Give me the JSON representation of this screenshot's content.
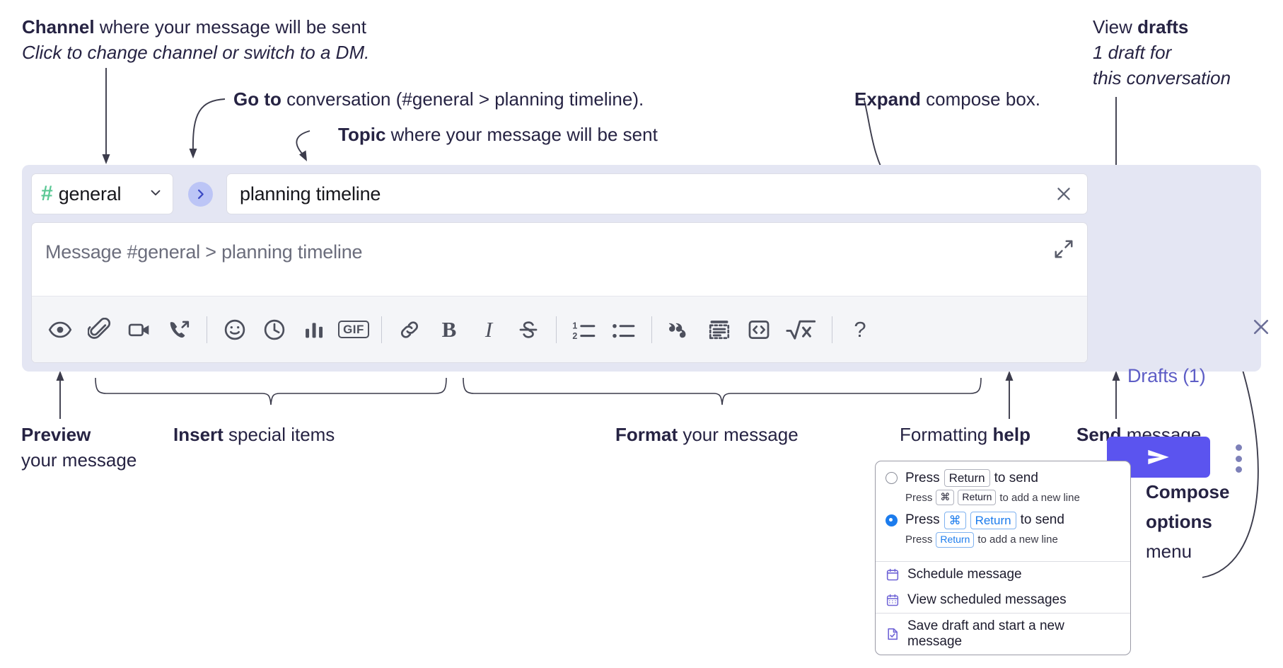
{
  "annotations": {
    "channel": {
      "bold": "Channel",
      "rest": " where your message will be sent",
      "sub": "Click to change channel or switch to a DM."
    },
    "goto": {
      "bold": "Go to",
      "rest": " conversation (#general > planning timeline)."
    },
    "topic": {
      "bold": "Topic",
      "rest": " where your message will be sent"
    },
    "expand": {
      "bold": "Expand",
      "rest": " compose box."
    },
    "drafts": {
      "pre": "View ",
      "bold": "drafts",
      "sub1": "1 draft for",
      "sub2": "this conversation"
    },
    "preview": {
      "bold": "Preview",
      "sub": "your message"
    },
    "insert": {
      "bold": "Insert",
      "rest": " special items"
    },
    "format": {
      "bold": "Format",
      "rest": " your message"
    },
    "formatting_help": {
      "pre": "Formatting ",
      "bold": "help"
    },
    "send": {
      "bold": "Send",
      "rest": " message"
    },
    "compose_options": {
      "bold1": "Compose",
      "bold2": "options",
      "rest": "menu"
    }
  },
  "compose": {
    "channel": {
      "hash": "#",
      "name": "general",
      "caret_icon": "chevron-down-icon"
    },
    "goto_button": {
      "icon": "chevron-right-icon"
    },
    "topic": {
      "value": "planning timeline",
      "clear_icon": "close-icon"
    },
    "message": {
      "placeholder": "Message #general > planning timeline"
    },
    "expand_button": {
      "icon": "expand-icon"
    },
    "drafts_label": "Drafts (1)",
    "close_icon": "close-icon",
    "send_icon": "send-paper-plane-icon",
    "options_icon": "kebab-menu-icon",
    "accent_color": "#5b54ef",
    "panel_color": "#e4e6f3",
    "hash_color": "#5bc895",
    "drafts_color": "#5e5ec6",
    "toolbar": [
      {
        "name": "preview-icon",
        "label": "Preview"
      },
      {
        "name": "attachment-icon",
        "label": "Attach file"
      },
      {
        "name": "video-clip-icon",
        "label": "Record video clip"
      },
      {
        "name": "audio-clip-icon",
        "label": "Record audio clip"
      },
      {
        "name": "separator",
        "label": ""
      },
      {
        "name": "emoji-icon",
        "label": "Emoji"
      },
      {
        "name": "clock-icon",
        "label": "Recent"
      },
      {
        "name": "poll-icon",
        "label": "Poll"
      },
      {
        "name": "gif-icon",
        "label": "GIF"
      },
      {
        "name": "separator",
        "label": ""
      },
      {
        "name": "link-icon",
        "label": "Link"
      },
      {
        "name": "bold-icon",
        "label": "B"
      },
      {
        "name": "italic-icon",
        "label": "I"
      },
      {
        "name": "strikethrough-icon",
        "label": "Strikethrough"
      },
      {
        "name": "separator",
        "label": ""
      },
      {
        "name": "ordered-list-icon",
        "label": "Ordered list"
      },
      {
        "name": "bulleted-list-icon",
        "label": "Bulleted list"
      },
      {
        "name": "separator",
        "label": ""
      },
      {
        "name": "blockquote-icon",
        "label": "Blockquote"
      },
      {
        "name": "code-block-icon",
        "label": "Code block"
      },
      {
        "name": "code-icon",
        "label": "Code"
      },
      {
        "name": "math-icon",
        "label": "Math"
      },
      {
        "name": "separator",
        "label": ""
      },
      {
        "name": "help-icon",
        "label": "?"
      }
    ]
  },
  "options_menu": {
    "radio_options": [
      {
        "selected": false,
        "main": {
          "pre": "Press ",
          "key": "Return",
          "post": " to send"
        },
        "sub": {
          "pre": "Press ",
          "key1": "⌘",
          "key2": "Return",
          "post": " to add a new line"
        }
      },
      {
        "selected": true,
        "main": {
          "pre": "Press ",
          "key1": "⌘",
          "key2": "Return",
          "post": " to send"
        },
        "sub": {
          "pre": "Press ",
          "key": "Return",
          "post": " to add a new line"
        }
      }
    ],
    "items": [
      {
        "icon": "calendar-icon",
        "label": "Schedule message"
      },
      {
        "icon": "calendar-grid-icon",
        "label": "View scheduled messages"
      },
      {
        "icon": "save-draft-icon",
        "label": "Save draft and start a new message"
      }
    ],
    "selected_color": "#1c7ced",
    "icon_color": "#6f63d6"
  }
}
